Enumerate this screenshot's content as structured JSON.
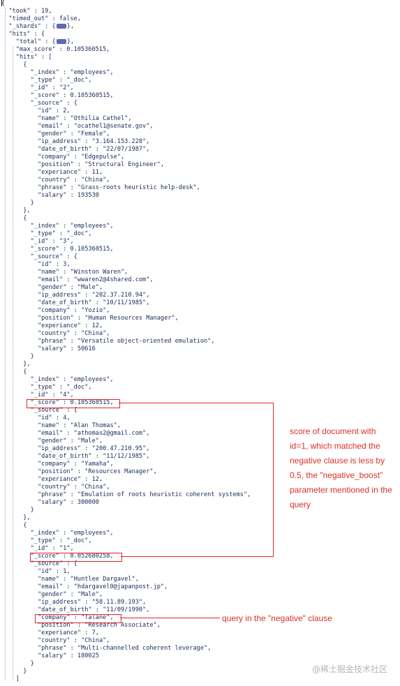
{
  "json_lines": [
    "{",
    "\"took\" : 19,",
    "\"timed_out\" : false,",
    "\"_shards\" : {[+]},",
    "\"hits\" : {",
    "\"total\" : {[+]},",
    "\"max_score\" : 0.105360515,",
    "\"hits\" : [",
    "{",
    "\"_index\" : \"employees\",",
    "\"_type\" : \"_doc\",",
    "\"_id\" : \"2\",",
    "\"_score\" : 0.105360515,",
    "\"_source\" : {",
    "\"id\" : 2,",
    "\"name\" : \"Othilia Cathel\",",
    "\"email\" : \"ocathel1@senate.gov\",",
    "\"gender\" : \"Female\",",
    "\"ip_address\" : \"3.164.153.228\",",
    "\"date_of_birth\" : \"22/07/1987\",",
    "\"company\" : \"Edgepulse\",",
    "\"position\" : \"Structural Engineer\",",
    "\"experiance\" : 11,",
    "\"country\" : \"China\",",
    "\"phrase\" : \"Grass-roots heuristic help-desk\",",
    "\"salary\" : 193530",
    "}",
    "},",
    "{",
    "\"_index\" : \"employees\",",
    "\"_type\" : \"_doc\",",
    "\"_id\" : \"3\",",
    "\"_score\" : 0.105360515,",
    "\"_source\" : {",
    "\"id\" : 3,",
    "\"name\" : \"Winston Waren\",",
    "\"email\" : \"wwaren2@4shared.com\",",
    "\"gender\" : \"Male\",",
    "\"ip_address\" : \"202.37.210.94\",",
    "\"date_of_birth\" : \"10/11/1985\",",
    "\"company\" : \"Yozio\",",
    "\"position\" : \"Human Resources Manager\",",
    "\"experiance\" : 12,",
    "\"country\" : \"China\",",
    "\"phrase\" : \"Versatile object-oriented emulation\",",
    "\"salary\" : 50616",
    "}",
    "},",
    "{",
    "\"_index\" : \"employees\",",
    "\"_type\" : \"_doc\",",
    "\"_id\" : \"4\",",
    "\"_score\" : 0.105360515,",
    "\"_source\" : {",
    "\"id\" : 4,",
    "\"name\" : \"Alan Thomas\",",
    "\"email\" : \"athomas2@gmail.com\",",
    "\"gender\" : \"Male\",",
    "\"ip_address\" : \"200.47.210.95\",",
    "\"date_of_birth\" : \"11/12/1985\",",
    "\"company\" : \"Yamaha\",",
    "\"position\" : \"Resources Manager\",",
    "\"experiance\" : 12,",
    "\"country\" : \"China\",",
    "\"phrase\" : \"Emulation of roots heuristic coherent systems\",",
    "\"salary\" : 300000",
    "}",
    "},",
    "{",
    "\"_index\" : \"employees\",",
    "\"_type\" : \"_doc\",",
    "\"_id\" : \"1\",",
    "\"_score\" : 0.052680258,",
    "\"_source\" : {",
    "\"id\" : 1,",
    "\"name\" : \"Huntlee Dargavel\",",
    "\"email\" : \"hdargavel0@japanpost.jp\",",
    "\"gender\" : \"Male\",",
    "\"ip_address\" : \"58.11.89.193\",",
    "\"date_of_birth\" : \"11/09/1990\",",
    "\"company\" : \"Talane\",",
    "\"position\" : \"Research Associate\",",
    "\"experiance\" : 7,",
    "\"country\" : \"China\",",
    "\"phrase\" : \"Multi-channelled coherent leverage\",",
    "\"salary\" : 180025",
    "}",
    "}",
    "]"
  ],
  "annotations": {
    "score_note": "score of document with id=1, which matched the negative clause is less by 0.5, the \"negative_boost\" parameter mentioned in the query",
    "query_note": "query in the \"negative\" clause"
  },
  "watermark": "@稀土掘金技术社区",
  "colors": {
    "text": "#1a2a5a",
    "collapsed_badge": "#5b6bb0",
    "annotation": "#d9302b",
    "highlight_box": "#e0242c",
    "watermark": "#b6b6b6"
  }
}
